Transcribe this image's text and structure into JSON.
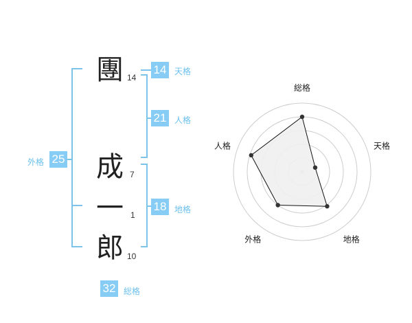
{
  "name": {
    "characters": [
      {
        "char": "團",
        "strokes": "14"
      },
      {
        "char": "成",
        "strokes": "7"
      },
      {
        "char": "一",
        "strokes": "1"
      },
      {
        "char": "郎",
        "strokes": "10"
      }
    ]
  },
  "fortune": {
    "tenkaku": {
      "value": "14",
      "label": "天格"
    },
    "jinkaku": {
      "value": "21",
      "label": "人格"
    },
    "chikaku": {
      "value": "18",
      "label": "地格"
    },
    "gaikaku": {
      "value": "25",
      "label": "外格"
    },
    "soukaku": {
      "value": "32",
      "label": "総格"
    }
  },
  "chart_data": {
    "type": "radar",
    "axes": [
      "総格",
      "天格",
      "地格",
      "外格",
      "人格"
    ],
    "values": [
      4,
      1,
      3.1,
      3,
      3.9
    ],
    "max": 5,
    "rings": 5,
    "colors": {
      "fill": "#f0f0f0",
      "line": "#111111",
      "grid": "#cccccc",
      "point": "#333333"
    }
  }
}
